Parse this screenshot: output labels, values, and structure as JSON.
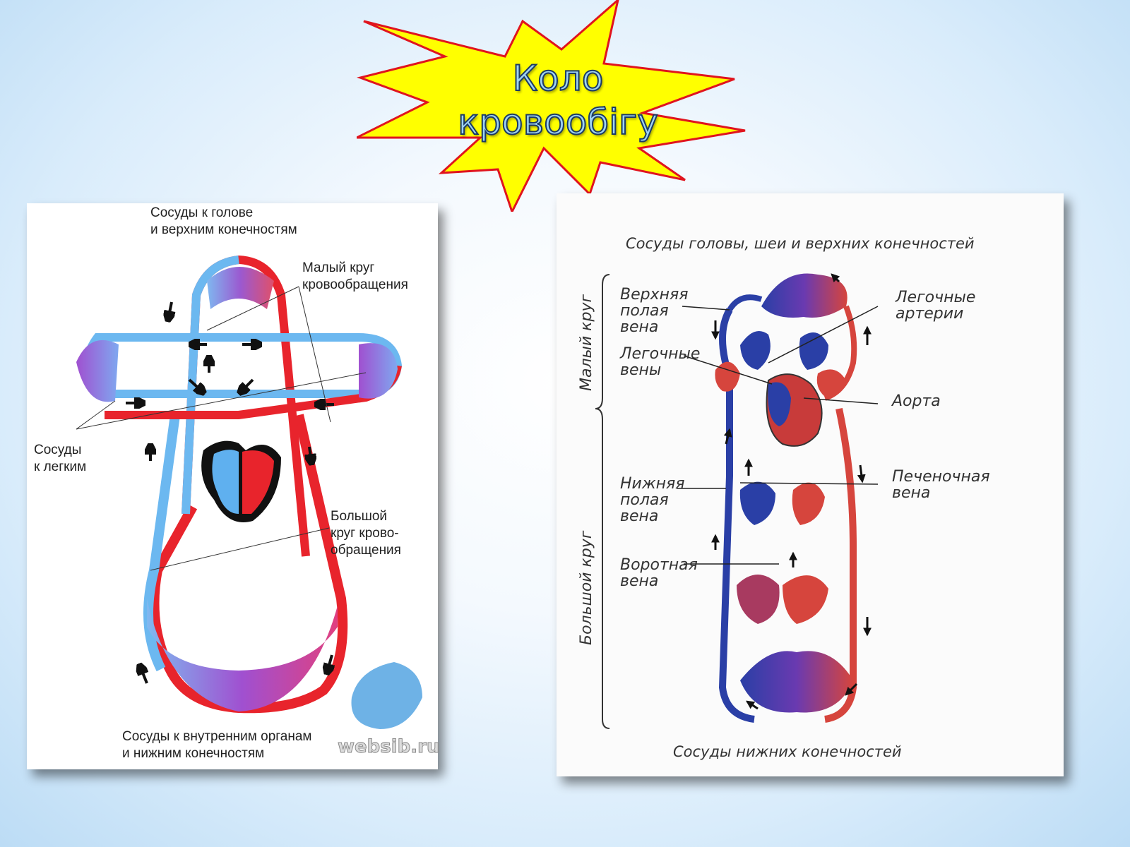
{
  "slide": {
    "title_line1": "Коло",
    "title_line2": "кровообігу"
  },
  "left_diagram": {
    "labels": {
      "top": [
        "Сосуды к голове",
        "и верхним конечностям"
      ],
      "small_circle": [
        "Малый круг",
        "кровообращения"
      ],
      "lungs": [
        "Сосуды",
        "к легким"
      ],
      "big_circle": [
        "Большой",
        "круг крово-",
        "обращения"
      ],
      "bottom": [
        "Сосуды к внутренним органам",
        "и нижним конечностям"
      ]
    },
    "watermark": "websib.ru"
  },
  "right_diagram": {
    "labels": {
      "top": "Сосуды головы, шеи и верхних конечностей",
      "small_circle_bracket": "Малый круг",
      "big_circle_bracket": "Большой круг",
      "upper_vena_cava": [
        "Верхняя",
        "полая",
        "вена"
      ],
      "pulmonary_veins": [
        "Легочные",
        "вены"
      ],
      "pulmonary_arteries": [
        "Легочные",
        "артерии"
      ],
      "aorta": "Аорта",
      "hepatic_vein": [
        "Печеночная",
        "вена"
      ],
      "lower_vena_cava": [
        "Нижняя",
        "полая",
        "вена"
      ],
      "portal_vein": [
        "Воротная",
        "вена"
      ],
      "bottom": "Сосуды нижних конечностей"
    }
  },
  "colors": {
    "arterial": "#e8242c",
    "venous_left": "#5fb0ef",
    "venous_right": "#2a3fa6",
    "capillary": "#9b4fc9",
    "burst_fill": "#ffff00",
    "burst_stroke": "#e0141e"
  }
}
